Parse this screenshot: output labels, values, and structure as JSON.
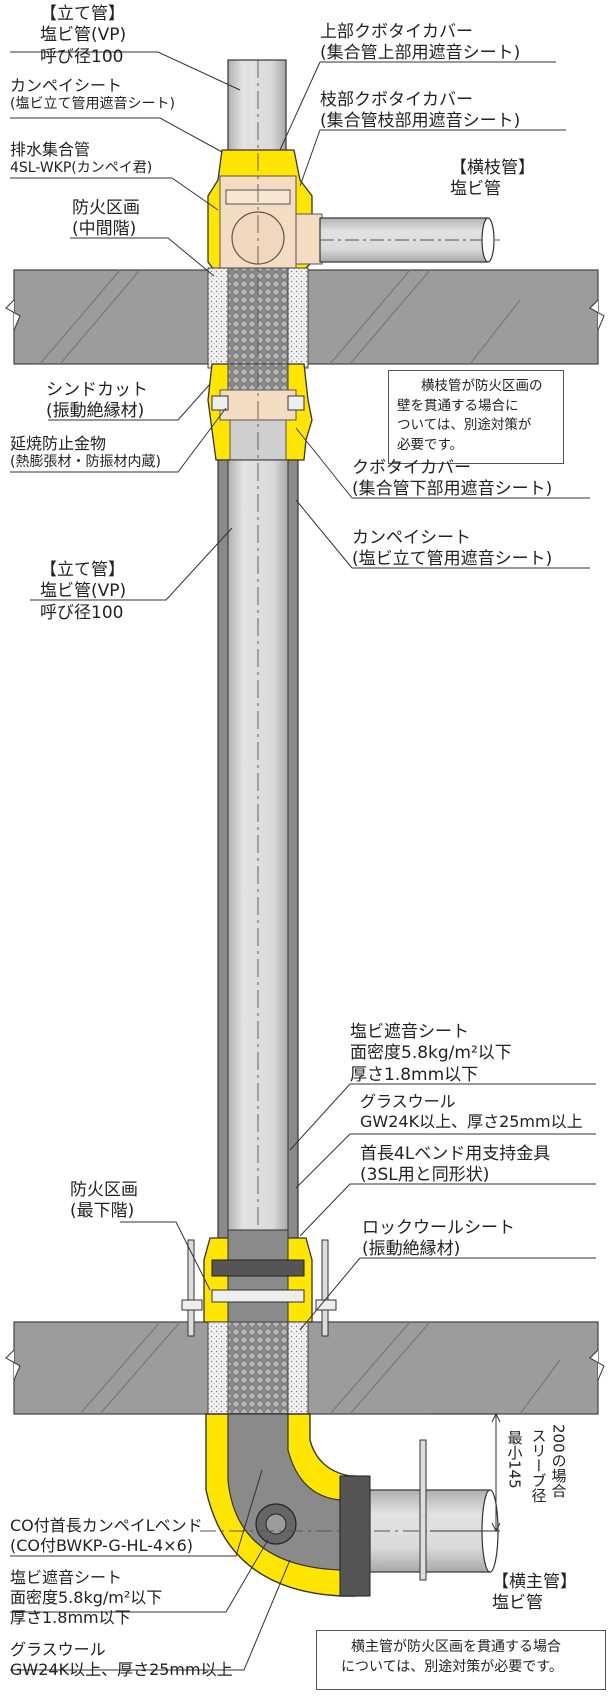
{
  "labels": {
    "riser_top_1": "【立て管】",
    "riser_top_2": "塩ビ管(VP)",
    "riser_top_3": "呼び径100",
    "kanpei_top_1": "カンペイシート",
    "kanpei_top_2": "(塩ビ立て管用遮音シート)",
    "collector_1": "排水集合管",
    "collector_2": "4SL-WKP(カンペイ君)",
    "fire_mid_1": "防火区画",
    "fire_mid_2": "(中間階)",
    "upper_cover_1": "上部クボタイカバー",
    "upper_cover_2": "(集合管上部用遮音シート)",
    "branch_cover_1": "枝部クボタイカバー",
    "branch_cover_2": "(集合管枝部用遮音シート)",
    "branch_pipe_1": "【横枝管】",
    "branch_pipe_2": "塩ビ管",
    "sindcut_1": "シンドカット",
    "sindcut_2": "(振動絶縁材)",
    "fire_stop_1": "延焼防止金物",
    "fire_stop_2": "(熱膨張材・防振材内蔵)",
    "lower_cover_1": "クボタイカバー",
    "lower_cover_2": "(集合管下部用遮音シート)",
    "kanpei_mid_1": "カンペイシート",
    "kanpei_mid_2": "(塩ビ立て管用遮音シート)",
    "riser_mid_1": "【立て管】",
    "riser_mid_2": "塩ビ管(VP)",
    "riser_mid_3": "呼び径100",
    "sheet_top_1": "塩ビ遮音シート",
    "sheet_top_2": "面密度5.8kg/m²以下",
    "sheet_top_3": "厚さ1.8mm以下",
    "glass_top_1": "グラスウール",
    "glass_top_2": "GW24K以上、厚さ25mm以上",
    "bracket_1": "首長4Lベンド用支持金具",
    "bracket_2": "(3SL用と同形状)",
    "fire_low_1": "防火区画",
    "fire_low_2": "(最下階)",
    "rockwool_1": "ロックウールシート",
    "rockwool_2": "(振動絶縁材)",
    "bend_1": "CO付首長カンペイLベンド",
    "bend_2": "(CO付BWKP-G-HL-4×6)",
    "sheet_bot_1": "塩ビ遮音シート",
    "sheet_bot_2": "面密度5.8kg/m²以下",
    "sheet_bot_3": "厚さ1.8mm以下",
    "glass_bot_1": "グラスウール",
    "glass_bot_2": "GW24K以上、厚さ25mm以上",
    "main_pipe_1": "【横主管】",
    "main_pipe_2": "塩ビ管",
    "dim_1": "最小145",
    "dim_2": "スリーブ径",
    "dim_3": "200の場合"
  },
  "notes": {
    "branch_note": [
      "横枝管が防火区画の",
      "壁を貫通する場合に",
      "ついては、別途対策が",
      "必要です。"
    ],
    "main_note": [
      "横主管が防火区画を貫通する場合",
      "については、別途対策が必要です。"
    ]
  },
  "colors": {
    "yellow": "#FFE500",
    "pipe_gray": "#D9D9D9",
    "slab_gray": "#9A9A9A",
    "dark_gray": "#7A7A7A",
    "warning_yellow": "#FFD000"
  }
}
